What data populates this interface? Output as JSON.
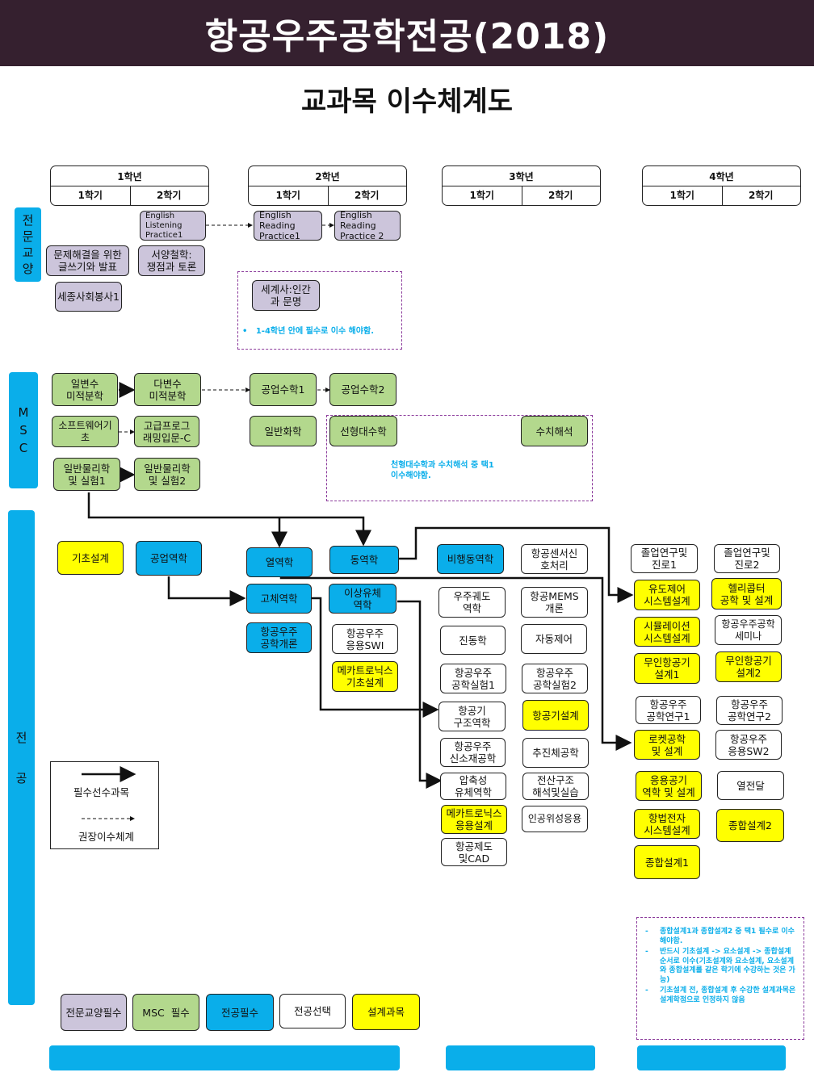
{
  "title": "항공우주공학전공(2018)",
  "subtitle": "교과목 이수체계도",
  "years": [
    {
      "label": "1학년",
      "sem1": "1학기",
      "sem2": "2학기"
    },
    {
      "label": "2학년",
      "sem1": "1학기",
      "sem2": "2학기"
    },
    {
      "label": "3학년",
      "sem1": "1학기",
      "sem2": "2학기"
    },
    {
      "label": "4학년",
      "sem1": "1학기",
      "sem2": "2학기"
    }
  ],
  "sidebars": {
    "general": [
      "전",
      "문",
      "교",
      "양"
    ],
    "msc": [
      "M",
      "S",
      "C"
    ],
    "major": [
      "전",
      "공"
    ]
  },
  "general_courses": {
    "eng_listening": "English Listening\nPractice1",
    "eng_reading1": "English Reading\nPractice1",
    "eng_reading2": "English Reading\nPractice 2",
    "writing": "문제해결을 위한\n글쓰기와 발표",
    "philosophy": "서양철학:\n쟁점과 토론",
    "service": "세종사회봉사1",
    "world_history": "세계사:인간\n과 문명",
    "note": "1-4학년 안에 필수로 이수 해야함."
  },
  "msc_courses": {
    "calc1": "일변수\n미적분학",
    "calc2": "다변수\n미적분학",
    "eng_math1": "공업수학1",
    "eng_math2": "공업수학2",
    "software": "소프트웨어기초",
    "adv_prog": "고급프로그\n래밍입문-C",
    "chemistry": "일반화학",
    "linear_algebra": "선형대수학",
    "numerical": "수치해석",
    "physics1": "일반물리학\n및 실험1",
    "physics2": "일반물리학\n및 실험2",
    "note": "선형대수학과 수치해석 중 택1\n이수해야함."
  },
  "major_courses": {
    "basic_design": "기초설계",
    "eng_mechanics": "공업역학",
    "thermo": "열역학",
    "dynamics": "동역학",
    "flight_dyn": "비행동역학",
    "sensor": "항공센서신\n호처리",
    "solid_mech": "고체역학",
    "fluid_mech": "이상유체\n역학",
    "orbital": "우주궤도\n역학",
    "mems": "항공MEMS\n개론",
    "intro_aero": "항공우주\n공학개론",
    "aero_sw1": "항공우주\n응용SWI",
    "vibration": "진동학",
    "auto_control": "자동제어",
    "mecha_basic": "메카트로닉스\n기초설계",
    "lab1": "항공우주\n공학실험1",
    "lab2": "항공우주\n공학실험2",
    "struct_mech": "항공기\n구조역학",
    "aircraft_design": "항공기설계",
    "materials": "항공우주\n신소재공학",
    "propulsion": "추진체공학",
    "compressible": "압축성\n유체역학",
    "comp_struct": "전산구조\n해석및실습",
    "mecha_applied": "메카트로닉스\n응용설계",
    "satellite": "인공위성응용",
    "drawing_cad": "항공제도\n및CAD",
    "grad_research1": "졸업연구및\n진로1",
    "grad_research2": "졸업연구및\n진로2",
    "guidance": "유도제어\n시스템설계",
    "helicopter": "헬리콥터\n공학 및 설계",
    "simulation": "시뮬레이션\n시스템설계",
    "seminar": "항공우주공학\n세미나",
    "uav1": "무인항공기\n설계1",
    "uav2": "무인항공기\n설계2",
    "research1": "항공우주\n공학연구1",
    "research2": "항공우주\n공학연구2",
    "rocket": "로켓공학\n및 설계",
    "aero_sw2": "항공우주\n응용SW2",
    "applied_aero": "응용공기\n역학 및 설계",
    "heat_transfer": "열전달",
    "avionics": "항법전자\n시스템설계",
    "capstone2": "종합설계2",
    "capstone1": "종합설계1"
  },
  "legend": {
    "required_prereq": "필수선수과목",
    "recommended": "권장이수체계"
  },
  "key": {
    "general_required": "전문교양필수",
    "msc_required": "MSC  필수",
    "major_required": "전공필수",
    "major_elective": "전공선택",
    "design": "설계과목"
  },
  "notes": {
    "capstone": [
      "종합설계1과 종합설계2 중 택1 필수로 이수 해야함.",
      "반드시 기초설계 -> 요소설계 -> 종합설계 순서로 이수(기초설계와 요소설계, 요소설계와 종합설계를 같은 학기에 수강하는 것은 가능)",
      "기초설계 전, 종합설계 후 수강한 설계과목은 설계학점으로 인정하지 않음"
    ]
  },
  "colors": {
    "title_bg": "#35202f",
    "general": "#ccc5db",
    "msc": "#b3d88d",
    "major_required": "#0aaeea",
    "design": "#ffff00",
    "elective": "#ffffff"
  }
}
